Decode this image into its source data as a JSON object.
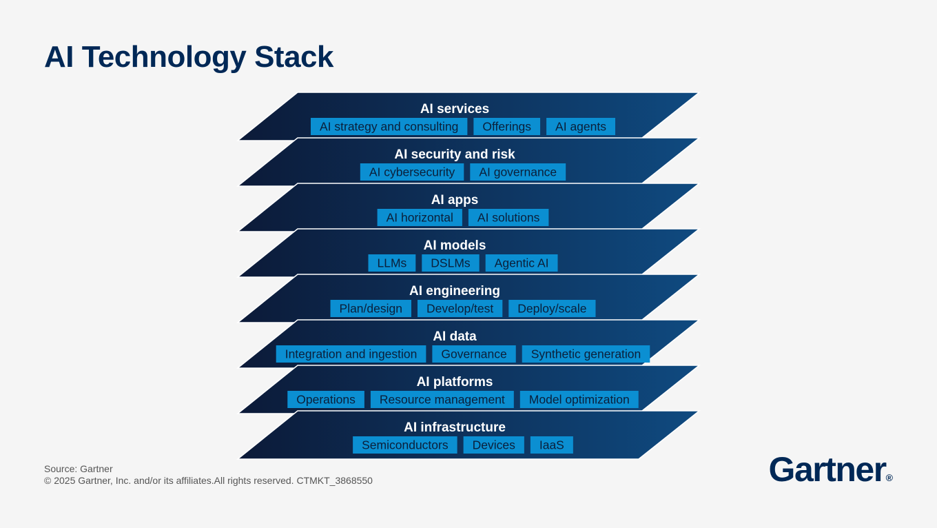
{
  "title": "AI Technology Stack",
  "layers": [
    {
      "name": "AI services",
      "items": [
        "AI strategy and consulting",
        "Offerings",
        "AI agents"
      ]
    },
    {
      "name": "AI security and risk",
      "items": [
        "AI cybersecurity",
        "AI governance"
      ]
    },
    {
      "name": "AI apps",
      "items": [
        "AI horizontal",
        "AI solutions"
      ]
    },
    {
      "name": "AI models",
      "items": [
        "LLMs",
        "DSLMs",
        "Agentic AI"
      ]
    },
    {
      "name": "AI engineering",
      "items": [
        "Plan/design",
        "Develop/test",
        "Deploy/scale"
      ]
    },
    {
      "name": "AI data",
      "items": [
        "Integration and ingestion",
        "Governance",
        "Synthetic generation"
      ]
    },
    {
      "name": "AI platforms",
      "items": [
        "Operations",
        "Resource management",
        "Model optimization"
      ]
    },
    {
      "name": "AI infrastructure",
      "items": [
        "Semiconductors",
        "Devices",
        "IaaS"
      ]
    }
  ],
  "footer": {
    "source": "Source: Gartner",
    "copyright": "© 2025 Gartner, Inc. and/or its affiliates.All rights reserved. CTMKT_3868550"
  },
  "logo": {
    "text": "Gartner",
    "mark": "®"
  },
  "colors": {
    "title": "#002856",
    "layer_dark": "#0c1a38",
    "layer_light": "#0f4a80",
    "chip": "#0b8fd2",
    "chip_text": "#0b1f3a"
  }
}
